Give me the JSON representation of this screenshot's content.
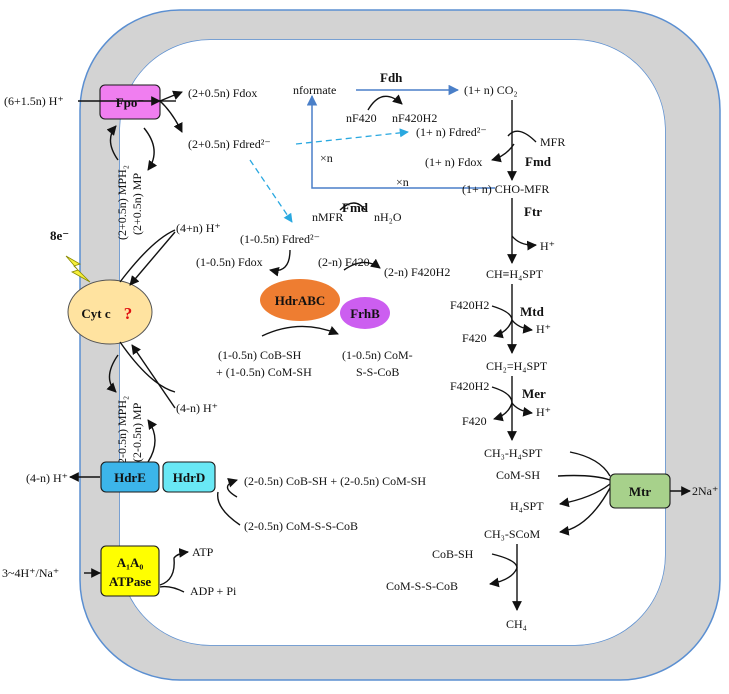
{
  "colors": {
    "membrane": "#d3d3d3",
    "membrane_border": "#5b8fd1",
    "fpo": "#f07ef0",
    "hdrE": "#3cb5ea",
    "hdrD": "#69e8f5",
    "atpase": "#ffff00",
    "mtr": "#a7d18b",
    "cytc": "#ffe3a0",
    "hdrABC": "#ee7d31",
    "frhB": "#cc5ef0",
    "blue_arrow": "#4a7fc8",
    "cyan_dashed": "#29a8e0",
    "bolt": "#f6ef3a"
  },
  "membrane": {
    "fpo_label": "Fpo⁻",
    "hdrE_label": "HdrE",
    "hdrD_label": "HdrD",
    "atpase_line1": "A₁A₀",
    "atpase_line2": "ATPase",
    "mtr_label": "Mtr",
    "cytc_label": "Cyt c",
    "cytc_question": "?",
    "electrons": "8e⁻",
    "mph2_top": "(2+0.5n) MPH₂",
    "mp_top": "(2+0.5n) MP",
    "mph2_bottom": "(2-0.5n) MPH₂",
    "mp_bottom": "(2-0.5n) MP"
  },
  "outside": {
    "fpo_protons": "(6+1.5n) H⁺",
    "hdrE_protons": "(4-n) H⁺",
    "atpase_ions": "3~4H⁺/Na⁺",
    "mtr_sodium": "2Na⁺"
  },
  "cytoplasm": {
    "fd_ox_top": "(2+0.5n) Fdox",
    "fd_red_top": "(2+0.5n) Fdred²⁻",
    "h_in_top": "(4+n) H⁺",
    "h_in_bottom": "(4-n) H⁺",
    "fdh": "Fdh",
    "formate": "nformate",
    "co2": "(1+ n) CO₂",
    "f420": "nF420",
    "f420h2": "nF420H2",
    "fd_red_fmd": "(1+ n) Fdred²⁻",
    "mfr": "MFR",
    "fd_ox_fmd": "(1+ n) Fdox",
    "fmd_right": "Fmd",
    "times_n_a": "×n",
    "times_n_b": "×n",
    "fmd_left": "Fmd",
    "cho_mfr": "(1+ n) CHO-MFR",
    "n_mfr": "nMFR",
    "n_h2o": "nH₂O",
    "ftr": "Ftr",
    "h_ftr": "H⁺",
    "fd_red_mid": "(1-0.5n) Fdred²⁻",
    "fd_ox_mid": "(1-0.5n) Fdox",
    "f420_mid": "(2-n) F420",
    "f420h2_mid": "(2-n) F420H2",
    "hdrABC": "HdrABC",
    "frhB": "FrhB",
    "cobsh_line1": "(1-0.5n) CoB-SH",
    "cobsh_line2": "+ (1-0.5n) CoM-SH",
    "heterodisulfide_line1": "(1-0.5n) CoM-",
    "heterodisulfide_line2": "S-S-CoB",
    "methenyl": "CH≡H₄SPT",
    "mtd": "Mtd",
    "f420h2_mtd": "F420H2",
    "f420_mtd": "F420",
    "h_mtd": "H⁺",
    "methylene": "CH₂=H₄SPT",
    "mer": "Mer",
    "f420h2_mer": "F420H2",
    "f420_mer": "F420",
    "h_mer": "H⁺",
    "methyl": "CH₃-H₄SPT",
    "comsh": "CoM-SH",
    "h4spt": "H₄SPT",
    "ch3scom": "CH₃-SCoM",
    "cobsh": "CoB-SH",
    "coms_s_cob": "CoM-S-S-CoB",
    "ch4": "CH₄",
    "hdrD_products1": "(2-0.5n) CoB-SH + (2-0.5n) CoM-SH",
    "hdrD_products2": "(2-0.5n) CoM-S-S-CoB",
    "atp": "ATP",
    "adp": "ADP + Pi"
  }
}
